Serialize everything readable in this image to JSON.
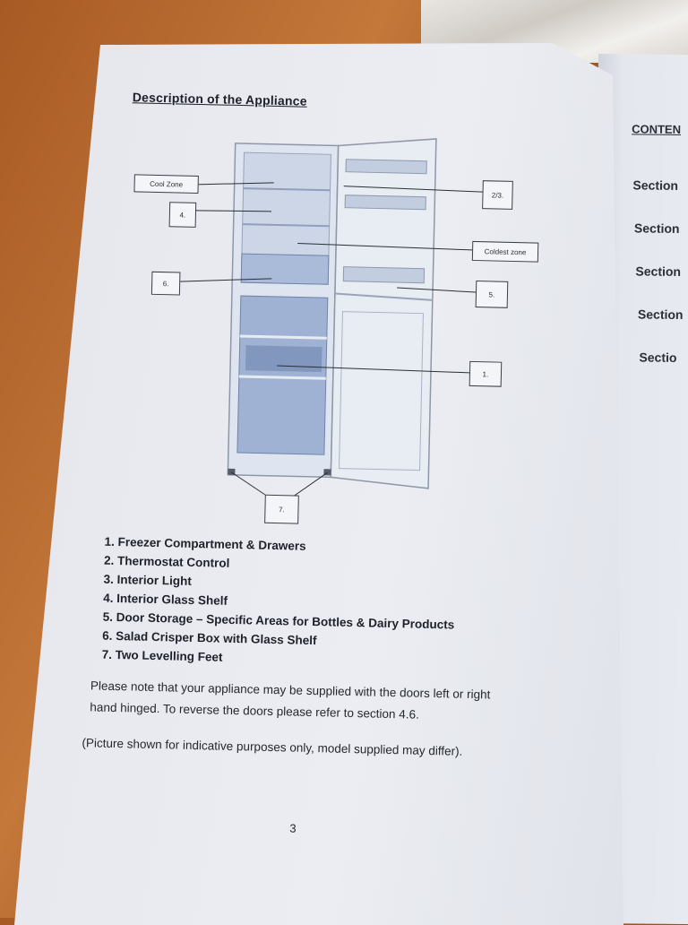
{
  "document": {
    "title": "Description of the Appliance",
    "diagram_labels": {
      "cool_zone": "Cool Zone",
      "label_4": "4.",
      "label_6": "6.",
      "label_23": "2/3.",
      "coldest_zone": "Coldest zone",
      "label_5": "5.",
      "label_1": "1.",
      "label_7": "7."
    },
    "items": [
      "1.  Freezer Compartment & Drawers",
      "2.  Thermostat Control",
      "3.  Interior Light",
      "4.  Interior Glass Shelf",
      "5.  Door Storage – Specific Areas for Bottles & Dairy Products",
      "6.  Salad Crisper Box with Glass Shelf",
      "7.  Two Levelling Feet"
    ],
    "note_line1": "Please note that your appliance may be supplied with the doors left or right",
    "note_line2": "hand hinged. To reverse the doors please refer to section 4.6.",
    "note_picture": "(Picture shown for indicative purposes only, model supplied may differ).",
    "page_number": "3"
  },
  "right_page": {
    "heading": "CONTEN",
    "sections": [
      "Section",
      "Section",
      "Section",
      "Section",
      "Sectio"
    ]
  }
}
